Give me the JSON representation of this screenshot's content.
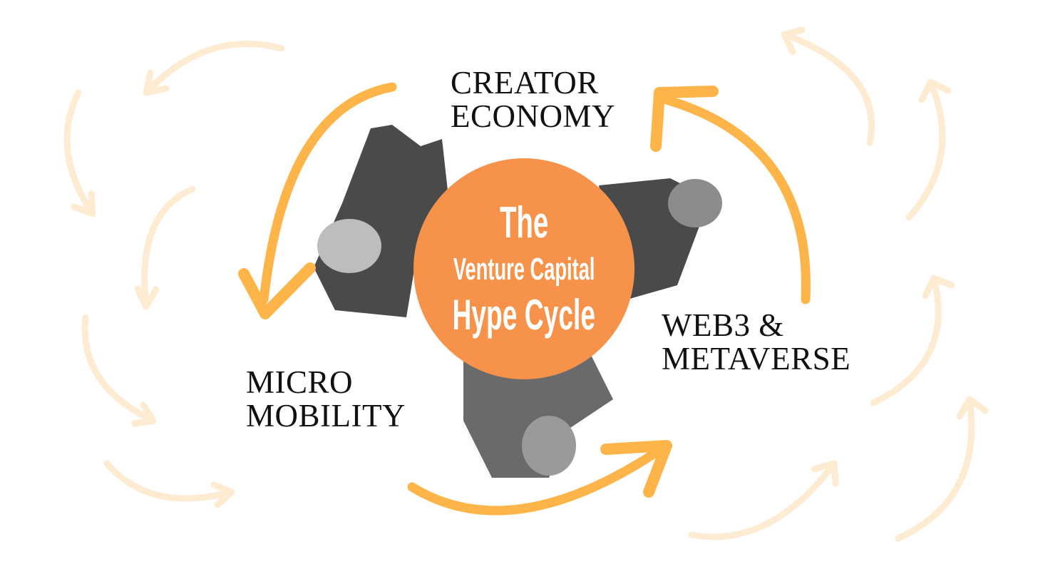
{
  "title": {
    "line1": "The",
    "line2": "Venture Capital",
    "line3": "Hype Cycle"
  },
  "stages": [
    {
      "line1": "CREATOR",
      "line2": "ECONOMY"
    },
    {
      "line1": "WEB3 &",
      "line2": "METAVERSE"
    },
    {
      "line1": "MICRO",
      "line2": "MOBILITY"
    }
  ],
  "colors": {
    "circle": "#F7924A",
    "arrow": "#FDB549",
    "faded_arrow": "#FDEBD2",
    "photo": "#4a4a4a"
  }
}
